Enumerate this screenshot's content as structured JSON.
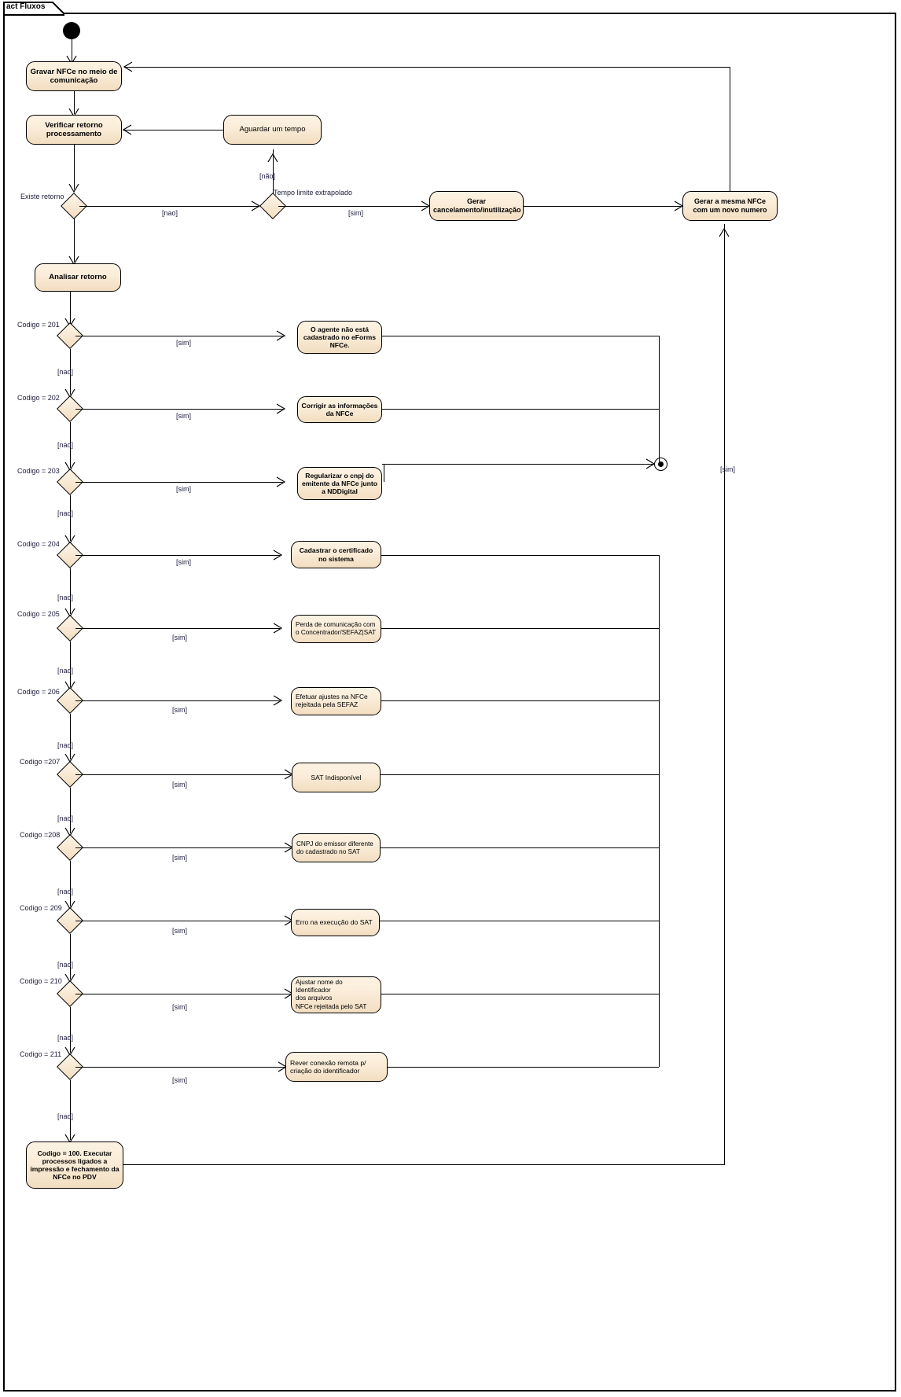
{
  "diagram": {
    "frame_label": "act Fluxos",
    "type": "uml-activity-diagram",
    "colors": {
      "node_fill_light": "#fdf3e3",
      "node_fill_dark": "#f2ddc0",
      "node_border": "#000000",
      "line": "#000000",
      "label_text": "#1b1b3a",
      "background": "#ffffff"
    }
  },
  "nodes": {
    "initial": "initial-node",
    "gravar": "Gravar NFCe no meio de comunicação",
    "verificar": "Verificar retorno processamento",
    "aguardar": "Aguardar um tempo",
    "gerar_cancelamento": "Gerar cancelamento/inutilização",
    "gerar_mesma": "Gerar a mesma NFCe com um novo numero",
    "analisar": "Analisar retorno",
    "final_codigo_100": "Codigo = 100. Executar processos ligados a impressão e fechamento da NFCe no PDV",
    "flow_final": "flow-final-node"
  },
  "decisions": [
    {
      "id": "existe-retorno",
      "label": "Existe retorno",
      "yes": "[nao]",
      "no": ""
    },
    {
      "id": "tempo-limite",
      "label": "Tempo limite extrapolado",
      "yes": "[sim]",
      "no": "[não]"
    },
    {
      "id": "codigo-201",
      "label": "Codigo = 201",
      "yes": "[sim]",
      "no": "[nao]"
    },
    {
      "id": "codigo-202",
      "label": "Codigo = 202",
      "yes": "[sim]",
      "no": "[nao]"
    },
    {
      "id": "codigo-203",
      "label": "Codigo = 203",
      "yes": "[sim]",
      "no": "[nao]"
    },
    {
      "id": "codigo-204",
      "label": "Codigo = 204",
      "yes": "[sim]",
      "no": "[nao]"
    },
    {
      "id": "codigo-205",
      "label": "Codigo = 205",
      "yes": "[sim]",
      "no": "[nao]"
    },
    {
      "id": "codigo-206",
      "label": "Codigo = 206",
      "yes": "[sim]",
      "no": "[nao]"
    },
    {
      "id": "codigo-207",
      "label": "Codigo =207",
      "yes": "[sim]",
      "no": "[nao]"
    },
    {
      "id": "codigo-208",
      "label": "Codigo =208",
      "yes": "[sim]",
      "no": "[nao]"
    },
    {
      "id": "codigo-209",
      "label": "Codigo = 209",
      "yes": "[sim]",
      "no": "[nao]"
    },
    {
      "id": "codigo-210",
      "label": "Codigo = 210",
      "yes": "[sim]",
      "no": "[nao]"
    },
    {
      "id": "codigo-211",
      "label": "Codigo = 211",
      "yes": "[sim]",
      "no": "[nao]"
    }
  ],
  "actions": {
    "a201": "O agente não está cadastrado no eForms NFCe.",
    "a202": "Corrigir as informações da NFCe",
    "a203": "Regularizar o cnpj do emitente da NFCe junto a NDDigital",
    "a204": "Cadastrar o certificado no sistema",
    "a205": "Perda de comunicação com o Concentrador/SEFAZ|SAT",
    "a206": "Efetuar ajustes na NFCe rejeitada pela SEFAZ",
    "a207": "SAT Indisponível",
    "a208": "CNPJ do emissor diferente do cadastrado no SAT",
    "a209": "Erro na execução do SAT",
    "a210_l1": "Ajustar nome do Identificador",
    "a210_l2": "dos arquivos",
    "a210_l3": "NFCe rejeitada pelo SAT",
    "a211": "Rever conexão remota p/ criação do identificador"
  },
  "edge_labels": {
    "nao": "[nao]",
    "nao_accent": "[não]",
    "sim": "[sim]",
    "sim_right": "[sim]"
  }
}
